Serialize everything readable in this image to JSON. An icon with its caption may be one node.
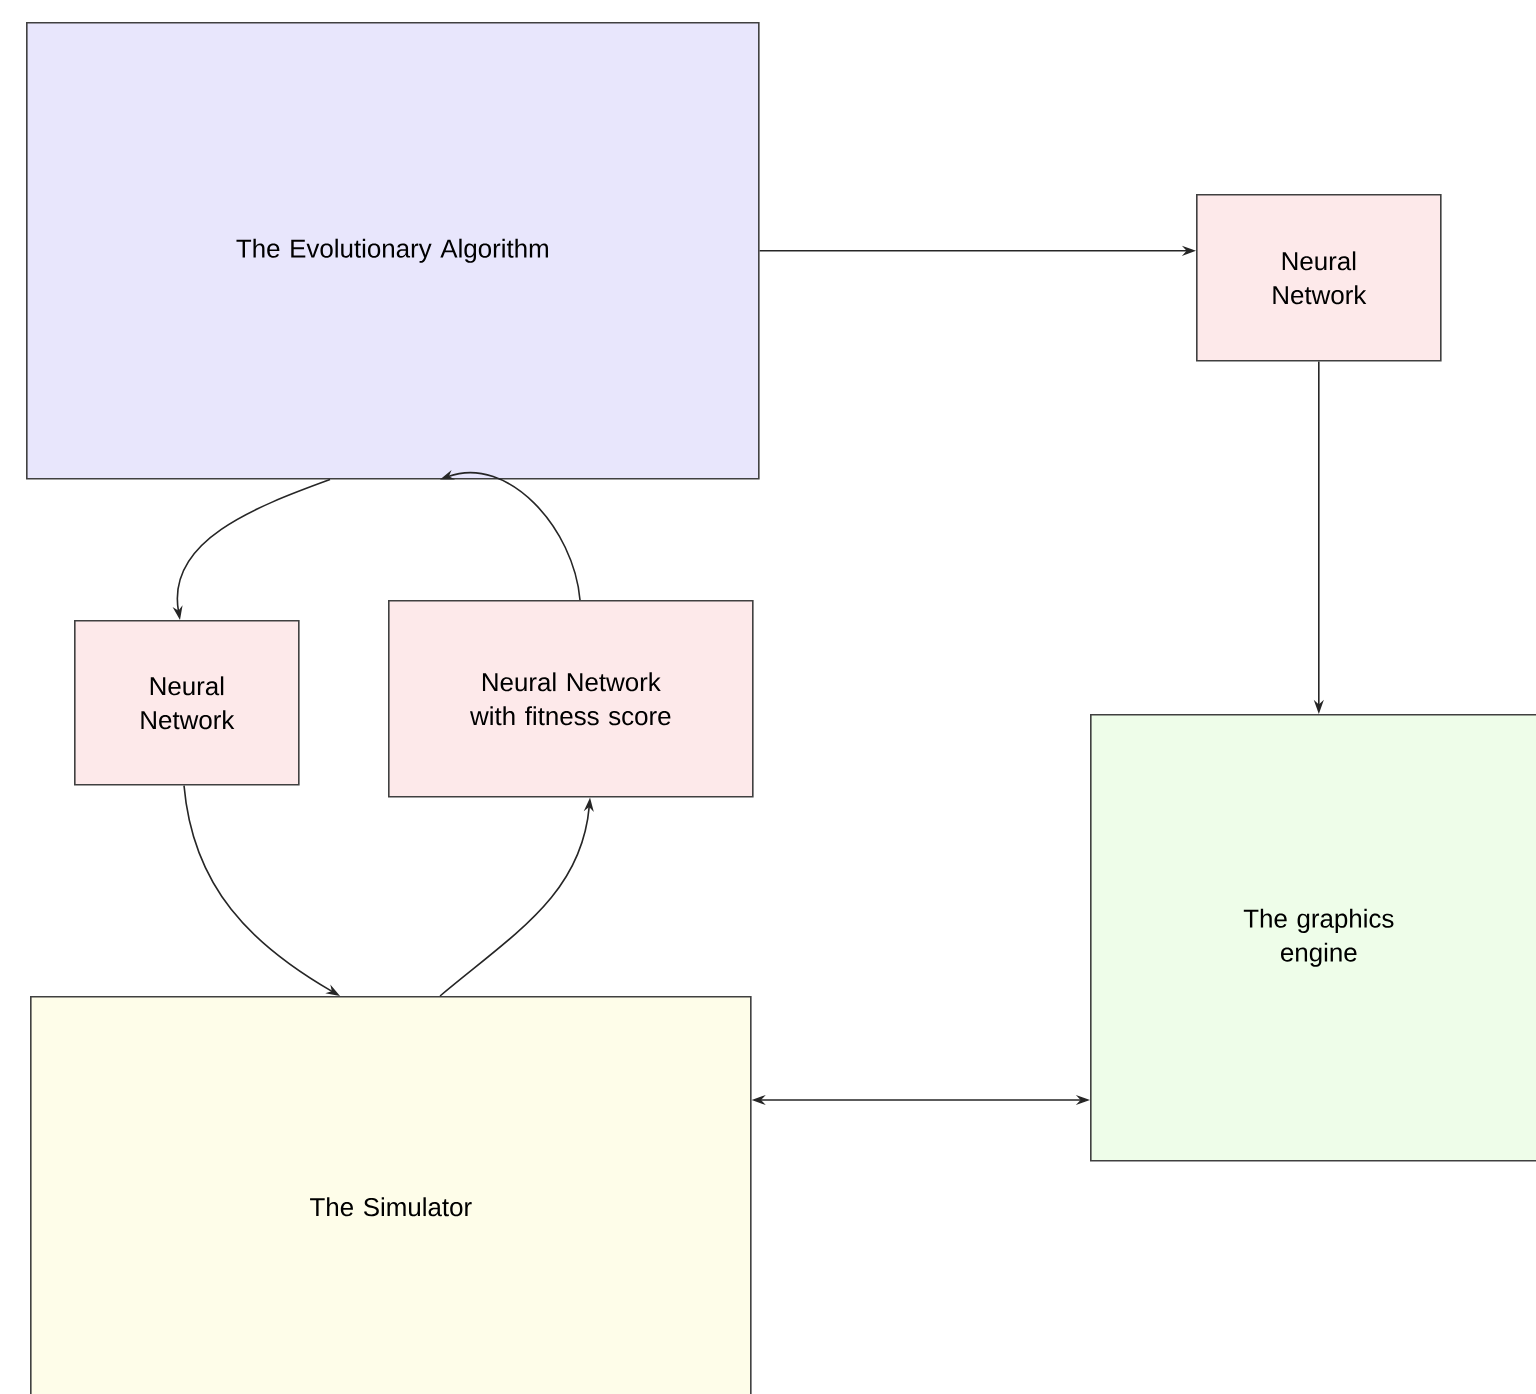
{
  "diagram": {
    "nodes": [
      {
        "text": [
          "The Evolutionary Algorithm"
        ]
      },
      {
        "text": [
          "Neural Network"
        ]
      },
      {
        "text": [
          "Neural Network"
        ]
      },
      {
        "text": [
          "Neural Network with fitness score"
        ]
      },
      {
        "text": [
          "The graphics engine"
        ]
      },
      {
        "text": [
          "The Simulator"
        ]
      }
    ],
    "edges": [
      {
        "from": 0,
        "to": 1,
        "arrow": "to"
      },
      {
        "from": 1,
        "to": 4,
        "arrow": "to"
      },
      {
        "from": 0,
        "to": 2,
        "arrow": "to"
      },
      {
        "from": 2,
        "to": 5,
        "arrow": "to"
      },
      {
        "from": 5,
        "to": 3,
        "arrow": "to"
      },
      {
        "from": 3,
        "to": 0,
        "arrow": "to"
      },
      {
        "from": 5,
        "to": 4,
        "arrow": "both"
      }
    ]
  }
}
